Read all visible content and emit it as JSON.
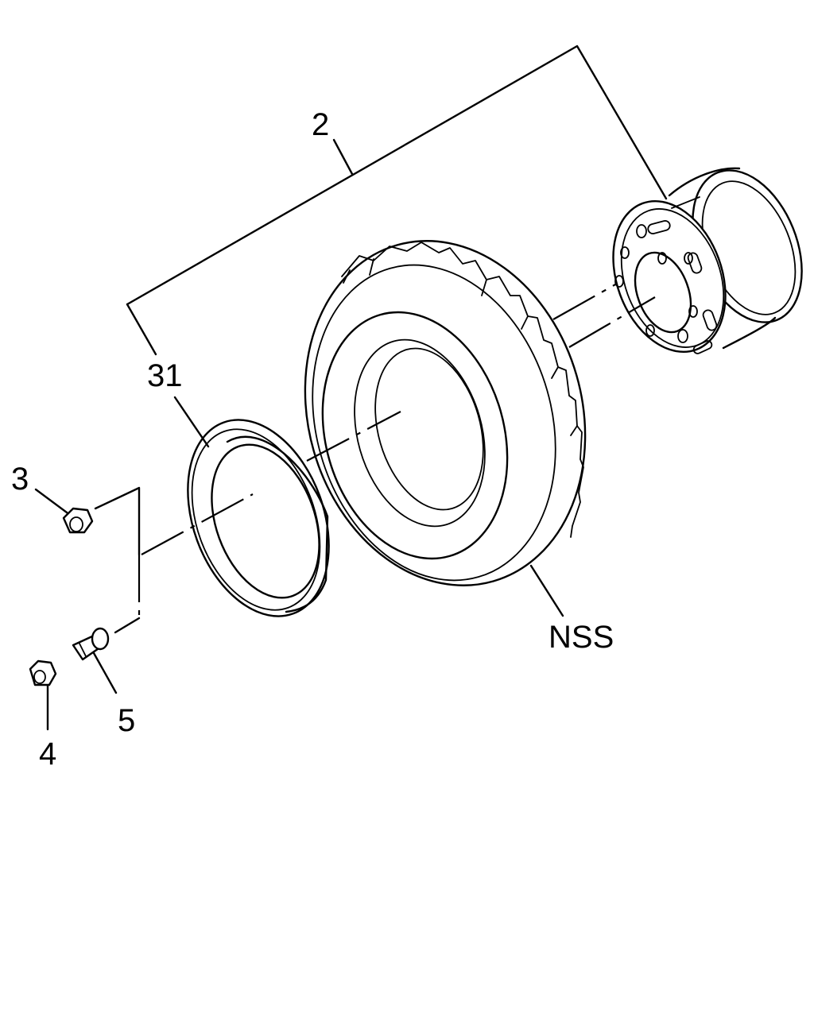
{
  "callouts": {
    "c2": "2",
    "c31": "31",
    "c3": "3",
    "c4": "4",
    "c5": "5",
    "cNSS": "NSS"
  }
}
